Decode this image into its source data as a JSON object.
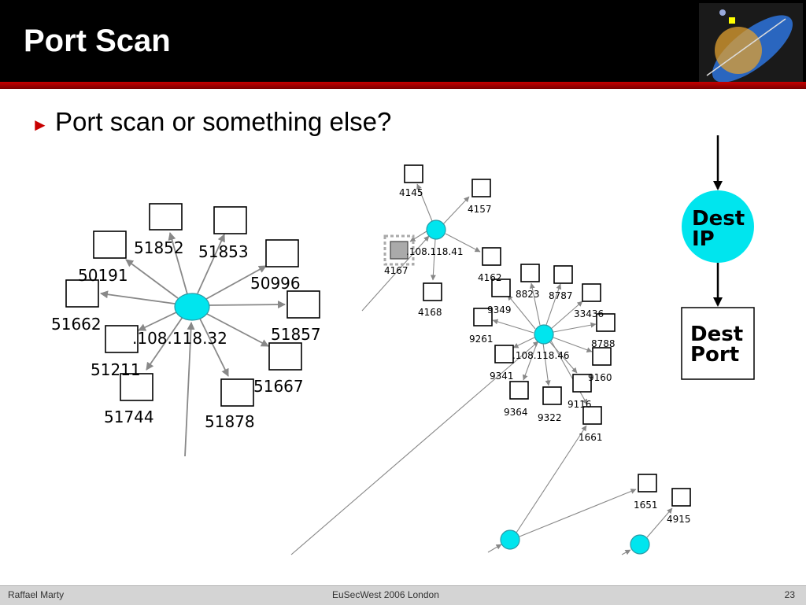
{
  "slide": {
    "title": "Port Scan",
    "bullet": "Port scan or something else?"
  },
  "footer": {
    "author": "Raffael Marty",
    "event": "EuSecWest 2006 London",
    "page": "23"
  },
  "legend": {
    "source_label_line1": "Dest",
    "source_label_line2": "IP",
    "target_label_line1": "Dest",
    "target_label_line2": "Port"
  },
  "graph_left": {
    "hub_label": ".108.118.32",
    "ports": [
      "51852",
      "51853",
      "50191",
      "50996",
      "51662",
      "51857",
      "51211",
      "51667",
      "51744",
      "51878"
    ]
  },
  "graph_right": {
    "hub_a_label": ".108.118.41",
    "hub_a_ports": [
      "4145",
      "4157",
      "4167",
      "4162",
      "4168"
    ],
    "hub_b_label": ".108.118.46",
    "hub_b_ports": [
      "8823",
      "8787",
      "9349",
      "33436",
      "9261",
      "8788",
      "9341",
      "9160",
      "9364",
      "9322",
      "9116",
      "1661"
    ],
    "lower_ports": [
      "1651",
      "4915"
    ]
  },
  "colors": {
    "hub_fill": "#00e5ee",
    "header_bg": "#000000",
    "accent_red": "#c80000",
    "edge_gray": "#888888"
  }
}
